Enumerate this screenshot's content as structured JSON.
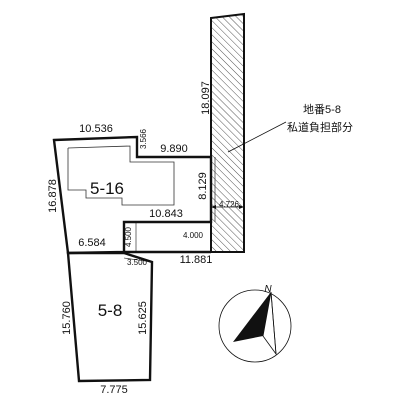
{
  "lots": {
    "lot_5_16": "5-16",
    "lot_5_8": "5-8"
  },
  "dimensions": {
    "road_height": "18.097",
    "top_left": "10.536",
    "step_small": "3.566",
    "top_mid": "9.890",
    "left_upper": "16.878",
    "road_lower": "8.129",
    "road_width": "4.726",
    "inner_top": "10.843",
    "notch_h": "4.500",
    "notch_w": "4.000",
    "left_mid": "6.584",
    "bottom_small": "3.500",
    "bottom_total": "11.881",
    "lower_left": "15.760",
    "lower_right": "15.625",
    "lower_bottom": "7.775"
  },
  "note": {
    "line1": "地番5-8",
    "line2": "私道負担部分"
  },
  "compass": {
    "north_label": "N"
  },
  "colors": {
    "line": "#111111",
    "hatch": "#555555",
    "background": "#ffffff"
  }
}
